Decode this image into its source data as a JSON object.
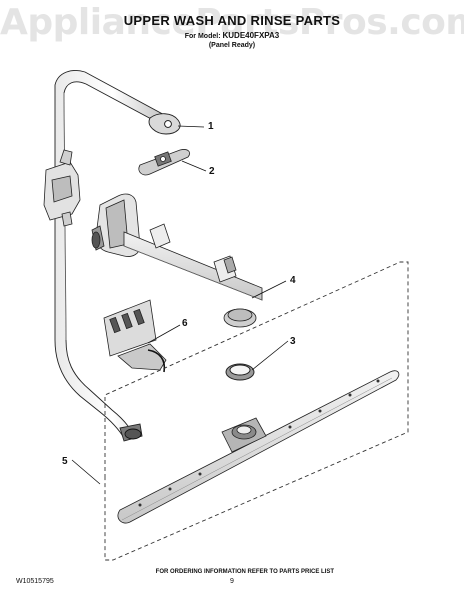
{
  "watermark": "AppliancePartsPros.com",
  "header": {
    "title": "UPPER WASH AND RINSE PARTS",
    "model_prefix": "For Model:",
    "model": "KUDE40FXPA3",
    "variant": "(Panel Ready)"
  },
  "callouts": [
    "1",
    "2",
    "3",
    "4",
    "5",
    "6"
  ],
  "footer": {
    "document_number": "W10515795",
    "ordering_info": "FOR ORDERING INFORMATION REFER TO PARTS PRICE LIST",
    "page_number": "9"
  }
}
